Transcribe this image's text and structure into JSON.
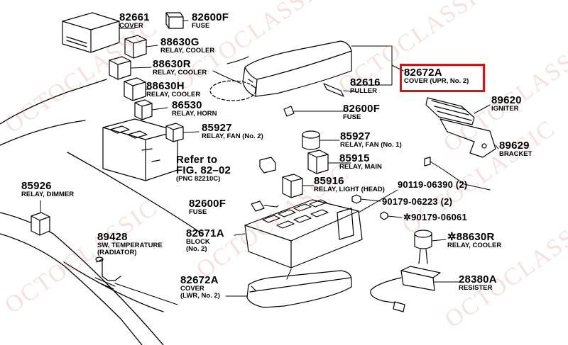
{
  "watermark": "OCTOCLASSIC",
  "highlight_color": "#e01010",
  "parts": [
    {
      "id": "82661",
      "lines": [
        "COVER"
      ]
    },
    {
      "id": "82600F",
      "lines": [
        "FUSE"
      ]
    },
    {
      "id": "88630G",
      "lines": [
        "RELAY, COOLER"
      ]
    },
    {
      "id": "88630R",
      "lines": [
        "RELAY, COOLER"
      ]
    },
    {
      "id": "88630H",
      "lines": [
        "RELAY, COOLER"
      ]
    },
    {
      "id": "86530",
      "lines": [
        "RELAY, HORN"
      ]
    },
    {
      "id": "85927",
      "lines": [
        "RELAY, FAN (No. 2)"
      ]
    },
    {
      "id": "82672A",
      "lines": [
        "COVER (UPR, No. 2)"
      ]
    },
    {
      "id": "82616",
      "lines": [
        "PULLER"
      ]
    },
    {
      "id": "82600F",
      "lines": [
        "FUSE"
      ]
    },
    {
      "id": "89620",
      "lines": [
        "IGNITER"
      ]
    },
    {
      "id": "85927",
      "lines": [
        "RELAY, FAN (No. 1)"
      ]
    },
    {
      "id": "89629",
      "lines": [
        "BRACKET"
      ]
    },
    {
      "id": "85915",
      "lines": [
        "RELAY, MAIN"
      ]
    },
    {
      "id": "85916",
      "lines": [
        "RELAY, LIGHT (HEAD)"
      ]
    },
    {
      "id": "90119-06390 (2)",
      "lines": []
    },
    {
      "id": "90179-06223 (2)",
      "lines": []
    },
    {
      "id": "✲90179-06061",
      "lines": []
    },
    {
      "id": "85926",
      "lines": [
        "RELAY, DIMMER"
      ]
    },
    {
      "id": "82600F",
      "lines": [
        "FUSE"
      ]
    },
    {
      "id": "82671A",
      "lines": [
        "BLOCK",
        "(No. 2)"
      ]
    },
    {
      "id": "✲88630R",
      "lines": [
        "RELAY, COOLER"
      ]
    },
    {
      "id": "89428",
      "lines": [
        "SW, TEMPERATURE",
        "(RADIATOR)"
      ]
    },
    {
      "id": "82672A",
      "lines": [
        "COVER",
        "(LWR, No. 2)"
      ]
    },
    {
      "id": "28380A",
      "lines": [
        "RESISTER"
      ]
    }
  ],
  "refer": {
    "line1": "Refer to",
    "line2": "FIG. 82–02",
    "line3": "(PNC 82210C)"
  }
}
